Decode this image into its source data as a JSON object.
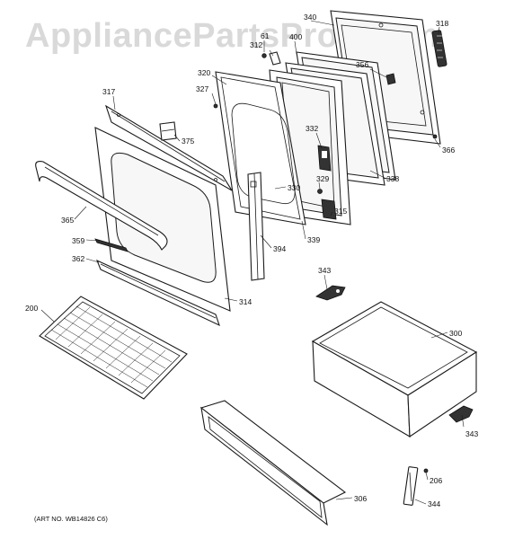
{
  "watermark": "AppliancePartsPros.com",
  "art_number": "(ART NO. WB14826 C6)",
  "callouts": {
    "c340": "340",
    "c318": "318",
    "c400": "400",
    "c61": "61",
    "c312": "312",
    "c356": "356",
    "c320": "320",
    "c327": "327",
    "c317": "317",
    "c375": "375",
    "c332": "332",
    "c366": "366",
    "c338": "338",
    "c329": "329",
    "c330": "330",
    "c315": "315",
    "c339": "339",
    "c365": "365",
    "c394": "394",
    "c359": "359",
    "c362": "362",
    "c343a": "343",
    "c314": "314",
    "c200": "200",
    "c300": "300",
    "c343b": "343",
    "c206": "206",
    "c306": "306",
    "c344": "344"
  }
}
